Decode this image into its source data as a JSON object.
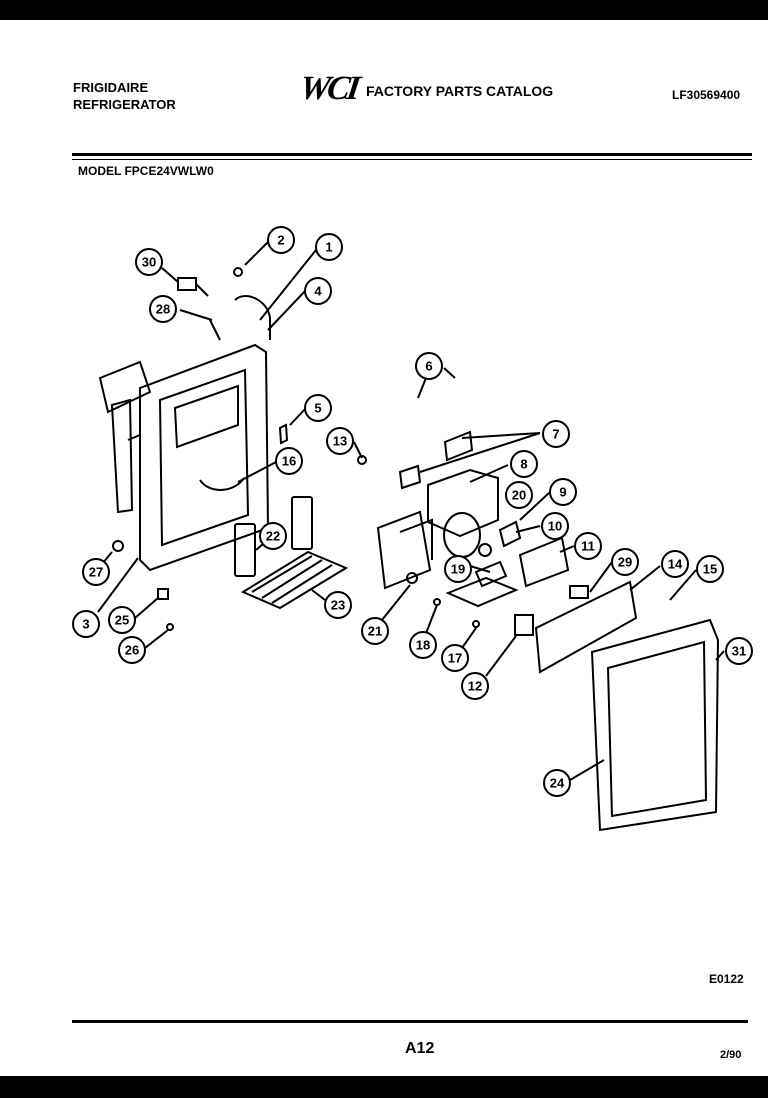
{
  "header": {
    "brand": "FRIGIDAIRE",
    "product": "REFRIGERATOR",
    "logo": "WCI",
    "catalog_title": "FACTORY PARTS CATALOG",
    "catalog_number": "LF30569400"
  },
  "model_line": "MODEL FPCE24VWLW0",
  "callouts": [
    "1",
    "2",
    "3",
    "4",
    "5",
    "6",
    "7",
    "8",
    "9",
    "10",
    "11",
    "12",
    "13",
    "14",
    "15",
    "16",
    "17",
    "18",
    "19",
    "20",
    "21",
    "22",
    "23",
    "24",
    "25",
    "26",
    "27",
    "28",
    "29",
    "30",
    "31"
  ],
  "drawing_code": "E0122",
  "footer": {
    "page": "A12",
    "date": "2/90"
  }
}
